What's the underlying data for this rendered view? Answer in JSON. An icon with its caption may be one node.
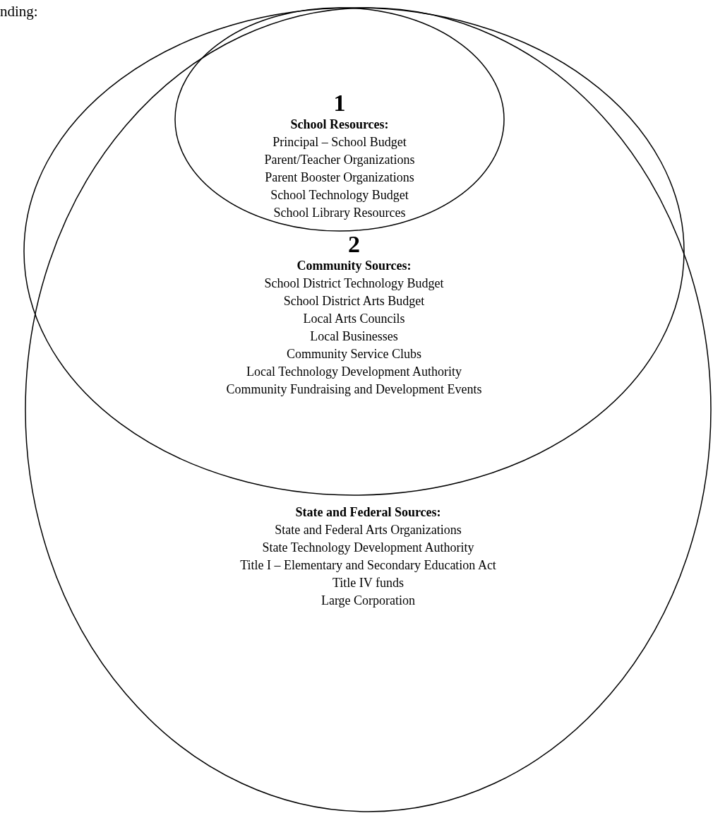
{
  "diagram": {
    "nodes": [
      {
        "text": [
          "State and Federal Sources:",
          "State and Federal Arts Organizations",
          "State Technology Development Authority",
          "Title I – Elementary and Secondary Education Act",
          "Title IV funds",
          "Large Corporation"
        ]
      },
      {
        "text": [
          "2",
          "Community Sources:",
          "School District Technology Budget",
          "School District Arts Budget",
          "Local Arts Councils",
          "Local Businesses",
          "Community Service Clubs",
          "Local Technology Development Authority",
          "Community Fundraising and Development Events"
        ],
        "in": 0
      },
      {
        "text": [
          "1",
          "School Resources:",
          "Principal – School Budget",
          "Parent/Teacher Organizations",
          "Parent Booster Organizations",
          "School Technology Budget",
          "School Library Resources"
        ],
        "in": 1
      }
    ],
    "edges": [],
    "labels": [
      "nding:"
    ]
  }
}
